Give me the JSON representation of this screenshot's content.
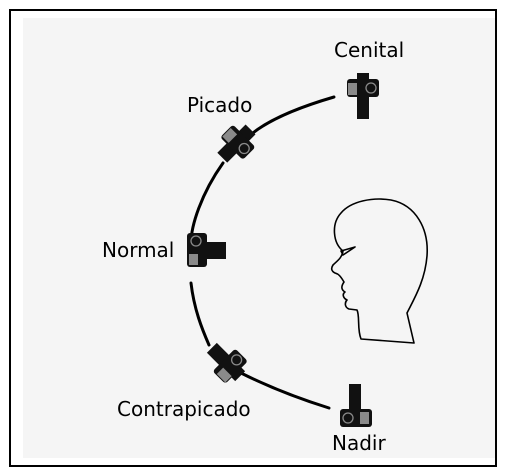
{
  "angles": {
    "cenital": "Cenital",
    "picado": "Picado",
    "normal": "Normal",
    "contrapicado": "Contrapicado",
    "nadir": "Nadir"
  },
  "colors": {
    "camera_body": "#111111",
    "camera_light": "#8a8a8a",
    "arc": "#000000",
    "panel_bg": "#f5f5f5"
  }
}
